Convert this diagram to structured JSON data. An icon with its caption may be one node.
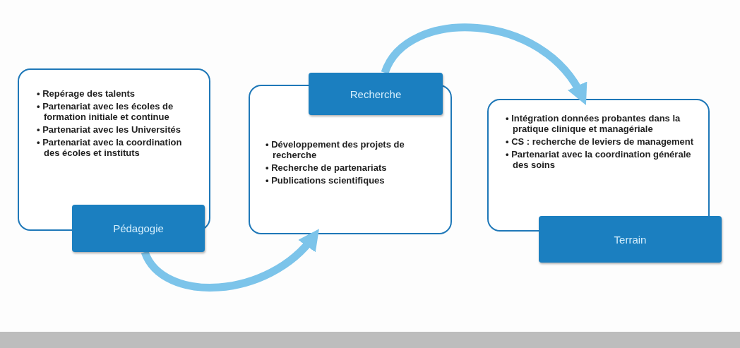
{
  "diagram": {
    "nodes": [
      {
        "text": [
          "• Repérage des talents",
          "• Partenariat avec les écoles de formation initiale et continue",
          "• Partenariat avec les Universités",
          "• Partenariat avec la coordination des écoles et instituts"
        ]
      },
      {
        "text": [
          "Pédagogie"
        ]
      },
      {
        "text": [
          "• Développement des projets de recherche",
          "• Recherche de partenariats",
          "• Publications scientifiques"
        ]
      },
      {
        "text": [
          "Recherche"
        ]
      },
      {
        "text": [
          "• Intégration données probantes dans la pratique clinique et managériale",
          "• CS : recherche de leviers de management",
          "• Partenariat avec la coordination générale des soins"
        ]
      },
      {
        "text": [
          "Terrain"
        ]
      }
    ],
    "edges": [
      {
        "from": 1,
        "to": 2,
        "arrow": "to"
      },
      {
        "from": 3,
        "to": 4,
        "arrow": "to"
      }
    ]
  }
}
